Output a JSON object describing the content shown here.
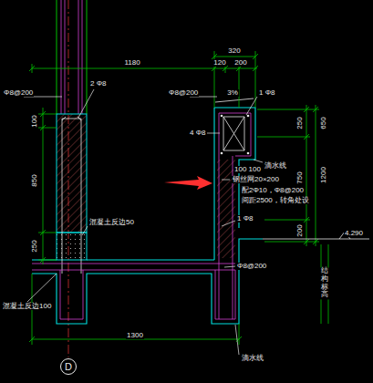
{
  "diagram": {
    "nodes": [
      {
        "text": [
          "D"
        ]
      }
    ],
    "edges": [],
    "labels": [
      "1180",
      "320",
      "120",
      "200",
      "Φ8@200",
      "2 Φ8",
      "100",
      "850",
      "250",
      "Φ8@200",
      "3%",
      "1 Φ8",
      "4 Φ8",
      "滴水线",
      "100 100",
      "钢丝网20×200",
      "配2Φ10，Φ8@200",
      "间距2500，转角处设",
      "1 Φ8",
      "Φ8@200",
      "混凝土反边50",
      "混凝土反边100",
      "250",
      "750",
      "200",
      "1200",
      "650",
      "4.290",
      "结构标高",
      "1300",
      "滴水线"
    ]
  }
}
